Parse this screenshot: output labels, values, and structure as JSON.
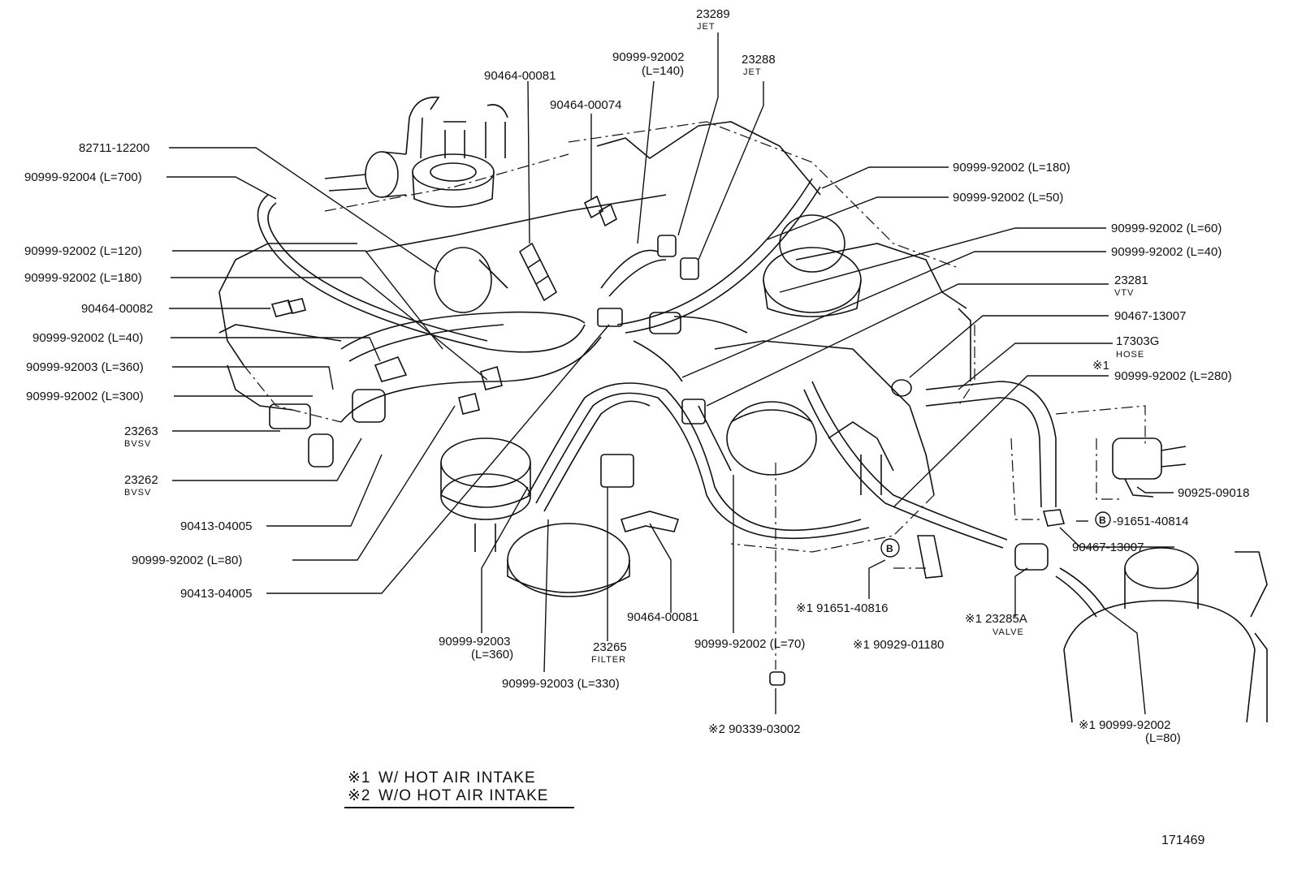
{
  "diagram": {
    "id_number": "171469",
    "circle_mark": "B",
    "labels": [
      {
        "key": "p23289",
        "number": "23289",
        "sub": "JET"
      },
      {
        "key": "p90999_92002_l140",
        "number": "90999-92002",
        "sub": "(L=140)"
      },
      {
        "key": "p23288",
        "number": "23288",
        "sub": "JET"
      },
      {
        "key": "p90464_00081_top",
        "number": "90464-00081",
        "sub": ""
      },
      {
        "key": "p90464_00074",
        "number": "90464-00074",
        "sub": ""
      },
      {
        "key": "p82711_12200",
        "number": "82711-12200",
        "sub": ""
      },
      {
        "key": "p90999_92004_l700",
        "number": "90999-92004 (L=700)",
        "sub": ""
      },
      {
        "key": "p90999_92002_l120",
        "number": "90999-92002 (L=120)",
        "sub": ""
      },
      {
        "key": "p90999_92002_l180_left",
        "number": "90999-92002 (L=180)",
        "sub": ""
      },
      {
        "key": "p90464_00082",
        "number": "90464-00082",
        "sub": ""
      },
      {
        "key": "p90999_92002_l40_left",
        "number": "90999-92002 (L=40)",
        "sub": ""
      },
      {
        "key": "p90999_92003_l360_left",
        "number": "90999-92003 (L=360)",
        "sub": ""
      },
      {
        "key": "p90999_92002_l300",
        "number": "90999-92002 (L=300)",
        "sub": ""
      },
      {
        "key": "p23263",
        "number": "23263",
        "sub": "BVSV"
      },
      {
        "key": "p23262",
        "number": "23262",
        "sub": "BVSV"
      },
      {
        "key": "p90413_04005_a",
        "number": "90413-04005",
        "sub": ""
      },
      {
        "key": "p90999_92002_l80_left",
        "number": "90999-92002 (L=80)",
        "sub": ""
      },
      {
        "key": "p90413_04005_b",
        "number": "90413-04005",
        "sub": ""
      },
      {
        "key": "p90999_92003_l360_bottom",
        "number": "90999-92003",
        "sub": "(L=360)"
      },
      {
        "key": "p23265",
        "number": "23265",
        "sub": "FILTER"
      },
      {
        "key": "p90464_00081_bottom",
        "number": "90464-00081",
        "sub": ""
      },
      {
        "key": "p90999_92003_l330",
        "number": "90999-92003 (L=330)",
        "sub": ""
      },
      {
        "key": "p90999_92002_l70",
        "number": "90999-92002 (L=70)",
        "sub": ""
      },
      {
        "key": "p90339_03002",
        "number": "※2 90339-03002",
        "sub": ""
      },
      {
        "key": "p91651_40816",
        "number": "※1 91651-40816",
        "sub": ""
      },
      {
        "key": "p90929_01180",
        "number": "※1 90929-01180",
        "sub": ""
      },
      {
        "key": "p23285a",
        "number": "※1 23285A",
        "sub": "VALVE"
      },
      {
        "key": "p90999_92002_l80_right",
        "number": "※1 90999-92002",
        "sub": "(L=80)"
      },
      {
        "key": "p90999_92002_l180_right",
        "number": "90999-92002 (L=180)",
        "sub": ""
      },
      {
        "key": "p90999_92002_l50",
        "number": "90999-92002 (L=50)",
        "sub": ""
      },
      {
        "key": "p90999_92002_l60",
        "number": "90999-92002 (L=60)",
        "sub": ""
      },
      {
        "key": "p90999_92002_l40_right",
        "number": "90999-92002 (L=40)",
        "sub": ""
      },
      {
        "key": "p23281",
        "number": "23281",
        "sub": "VTV"
      },
      {
        "key": "p90467_13007_top",
        "number": "90467-13007",
        "sub": ""
      },
      {
        "key": "p17303g",
        "number": "17303G",
        "sub": "HOSE"
      },
      {
        "key": "p_mark1",
        "number": "※1",
        "sub": ""
      },
      {
        "key": "p90999_92002_l280",
        "number": "90999-92002 (L=280)",
        "sub": ""
      },
      {
        "key": "p90925_09018",
        "number": "90925-09018",
        "sub": ""
      },
      {
        "key": "p91651_40814",
        "number": "-91651-40814",
        "sub": ""
      },
      {
        "key": "p90467_13007_bottom",
        "number": "90467-13007",
        "sub": ""
      }
    ],
    "legend": [
      {
        "mark": "※1",
        "text": "W/ HOT AIR INTAKE"
      },
      {
        "mark": "※2",
        "text": "W/O HOT AIR INTAKE"
      }
    ]
  }
}
